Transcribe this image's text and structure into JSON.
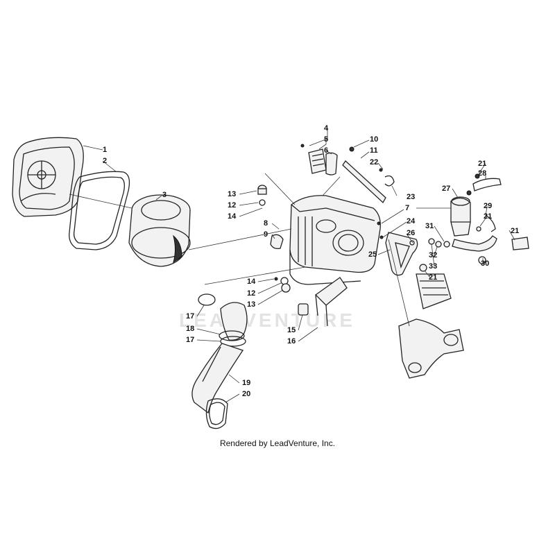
{
  "caption": "Rendered by LeadVenture, Inc.",
  "watermark": "LEADVENTURE",
  "callouts": [
    {
      "id": "c1",
      "label": "1"
    },
    {
      "id": "c2",
      "label": "2"
    },
    {
      "id": "c3",
      "label": "3"
    },
    {
      "id": "c4",
      "label": "4"
    },
    {
      "id": "c5",
      "label": "5"
    },
    {
      "id": "c6",
      "label": "6"
    },
    {
      "id": "c7",
      "label": "7"
    },
    {
      "id": "c8",
      "label": "8"
    },
    {
      "id": "c9",
      "label": "9"
    },
    {
      "id": "c10",
      "label": "10"
    },
    {
      "id": "c11",
      "label": "11"
    },
    {
      "id": "c22a",
      "label": "22"
    },
    {
      "id": "c13a",
      "label": "13"
    },
    {
      "id": "c12a",
      "label": "12"
    },
    {
      "id": "c14a",
      "label": "14"
    },
    {
      "id": "c23",
      "label": "23"
    },
    {
      "id": "c24",
      "label": "24"
    },
    {
      "id": "c26",
      "label": "26"
    },
    {
      "id": "c25",
      "label": "25"
    },
    {
      "id": "c14b",
      "label": "14"
    },
    {
      "id": "c12b",
      "label": "12"
    },
    {
      "id": "c13b",
      "label": "13"
    },
    {
      "id": "c15",
      "label": "15"
    },
    {
      "id": "c16",
      "label": "16"
    },
    {
      "id": "c17a",
      "label": "17"
    },
    {
      "id": "c18",
      "label": "18"
    },
    {
      "id": "c17b",
      "label": "17"
    },
    {
      "id": "c19",
      "label": "19"
    },
    {
      "id": "c20",
      "label": "20"
    },
    {
      "id": "c21a",
      "label": "21"
    },
    {
      "id": "c28",
      "label": "28"
    },
    {
      "id": "c27",
      "label": "27"
    },
    {
      "id": "c29",
      "label": "29"
    },
    {
      "id": "c21b",
      "label": "21"
    },
    {
      "id": "c31",
      "label": "31"
    },
    {
      "id": "c21c",
      "label": "21"
    },
    {
      "id": "c32",
      "label": "32"
    },
    {
      "id": "c33",
      "label": "33"
    },
    {
      "id": "c30",
      "label": "30"
    },
    {
      "id": "c21d",
      "label": "21"
    }
  ]
}
